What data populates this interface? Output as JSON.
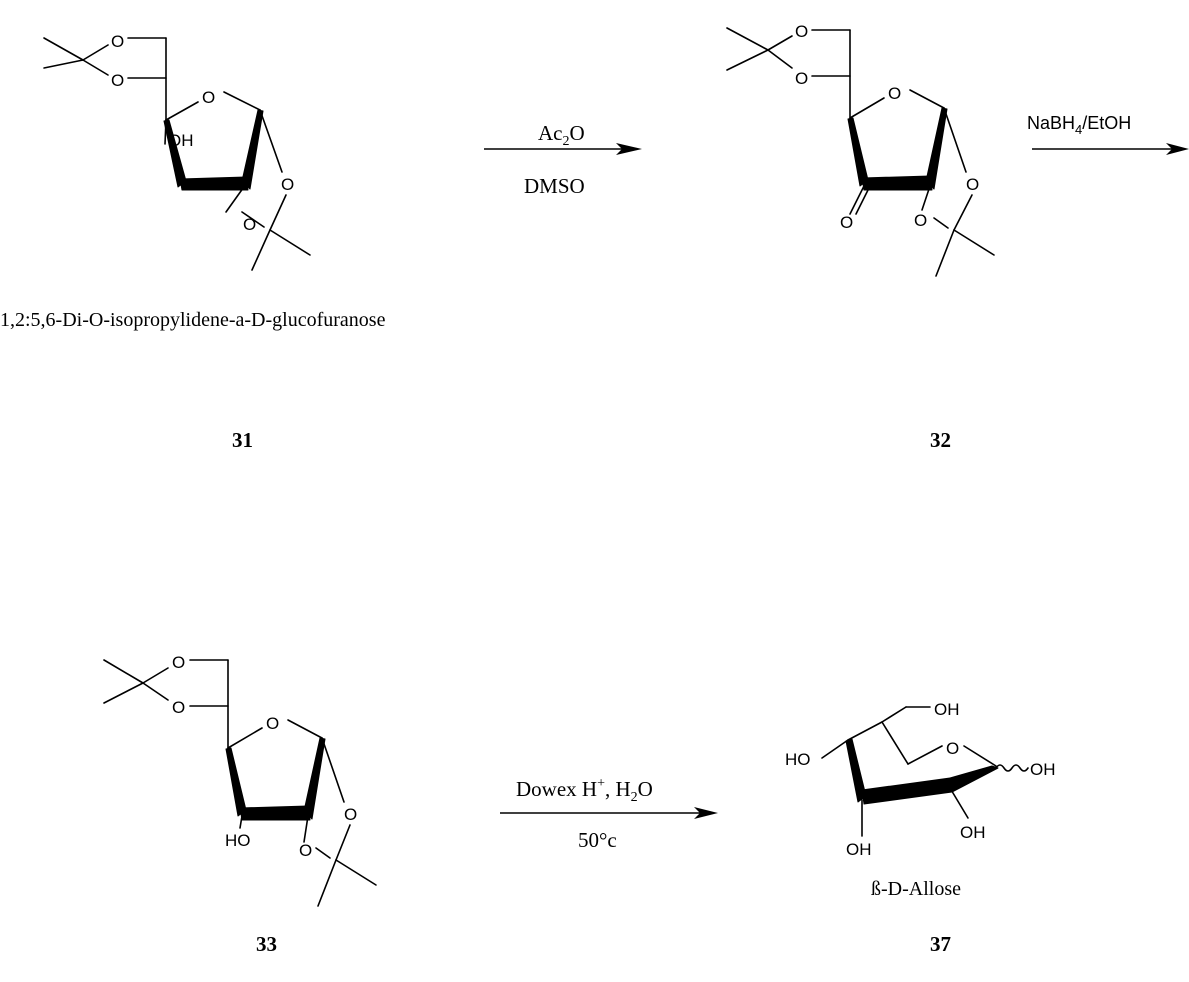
{
  "compounds": {
    "c31": {
      "number": "31",
      "name": "1,2:5,6-Di-O-isopropylidene-a-D-glucofuranose",
      "atoms": {
        "o_a": "O",
        "o_b": "O",
        "o_ring": "O",
        "oh": "OH",
        "o_c": "O",
        "o_d": "O"
      }
    },
    "c32": {
      "number": "32",
      "atoms": {
        "o_a": "O",
        "o_b": "O",
        "o_ring": "O",
        "o_keto": "O",
        "o_c": "O",
        "o_d": "O"
      }
    },
    "c33": {
      "number": "33",
      "atoms": {
        "o_a": "O",
        "o_b": "O",
        "o_ring": "O",
        "ho": "HO",
        "o_c": "O",
        "o_d": "O"
      }
    },
    "c37": {
      "number": "37",
      "name": "ß-D-Allose",
      "atoms": {
        "oh_top": "OH",
        "o_ring": "O",
        "ho_left": "HO",
        "oh_right": "OH",
        "oh_bottom_left": "OH",
        "oh_bottom_right": "OH"
      }
    }
  },
  "arrows": {
    "step1": {
      "above_main": "Ac",
      "above_sub": "2",
      "above_tail": "O",
      "below": "DMSO"
    },
    "step2": {
      "above_main": "NaBH",
      "above_sub": "4",
      "above_tail": "/EtOH"
    },
    "step3": {
      "above_part1": "Dowex H",
      "above_sup": "+",
      "above_part2": ", H",
      "above_sub": "2",
      "above_part3": "O",
      "below": "50°c"
    }
  }
}
